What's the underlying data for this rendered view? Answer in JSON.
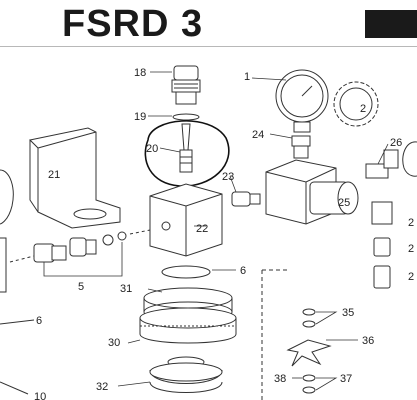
{
  "title": "FSRD 3",
  "callouts": [
    "1",
    "2",
    "5",
    "6",
    "6",
    "10",
    "18",
    "19",
    "20",
    "21",
    "22",
    "23",
    "24",
    "25",
    "26",
    "30",
    "31",
    "32",
    "35",
    "36",
    "37",
    "38",
    "2",
    "2",
    "2"
  ]
}
